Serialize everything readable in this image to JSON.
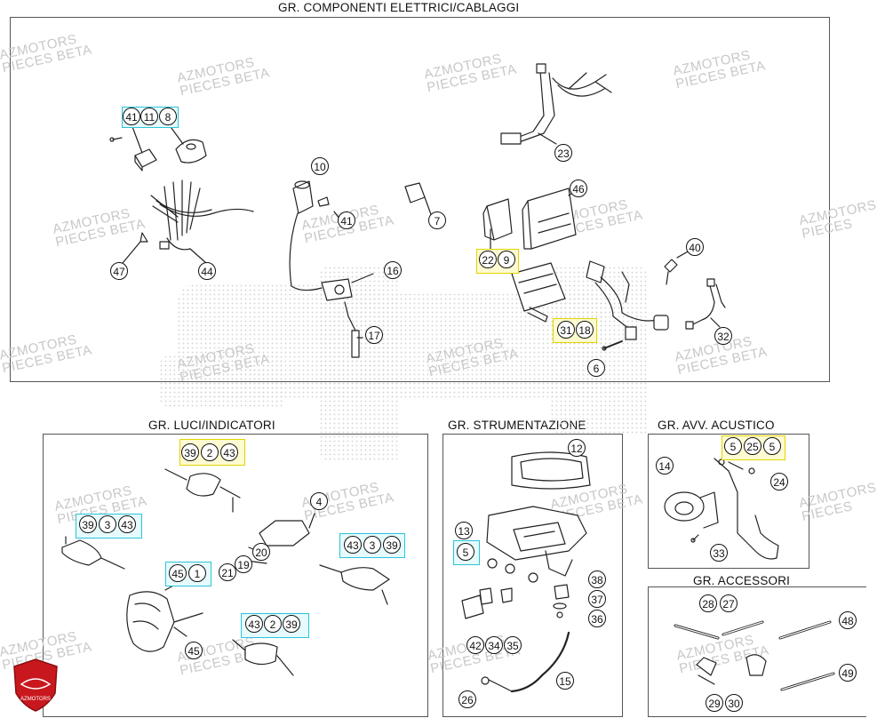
{
  "titles": {
    "electrical": "GR. COMPONENTI ELETTRICI/CABLAGGI",
    "lights": "GR. LUCI/INDICATORI",
    "instruments": "GR. STRUMENTAZIONE",
    "horn": "GR. AVV. ACUSTICO",
    "accessories": "GR. ACCESSORI"
  },
  "watermark": {
    "line1": "AZMOTORS",
    "line2": "PIECES BETA",
    "line2_short": "PIECES"
  },
  "logo": {
    "text": "AZMOTORS",
    "color": "#c8181e"
  },
  "colors": {
    "yellow_box": "#fffbd0",
    "cyan_box": "#e6fbfd"
  },
  "callouts": {
    "electrical": [
      "41",
      "11",
      "8",
      "10",
      "7",
      "41",
      "23",
      "46",
      "47",
      "44",
      "16",
      "22",
      "9",
      "40",
      "17",
      "31",
      "18",
      "32",
      "6"
    ],
    "lights": [
      "39",
      "2",
      "43",
      "4",
      "39",
      "3",
      "43",
      "20",
      "19",
      "21",
      "43",
      "3",
      "39",
      "45",
      "1",
      "43",
      "2",
      "39",
      "45"
    ],
    "instruments": [
      "12",
      "13",
      "5",
      "38",
      "37",
      "36",
      "42",
      "34",
      "35",
      "26",
      "15"
    ],
    "horn": [
      "5",
      "25",
      "5",
      "14",
      "24",
      "33"
    ],
    "accessories": [
      "28",
      "27",
      "48",
      "49",
      "29",
      "30"
    ]
  }
}
